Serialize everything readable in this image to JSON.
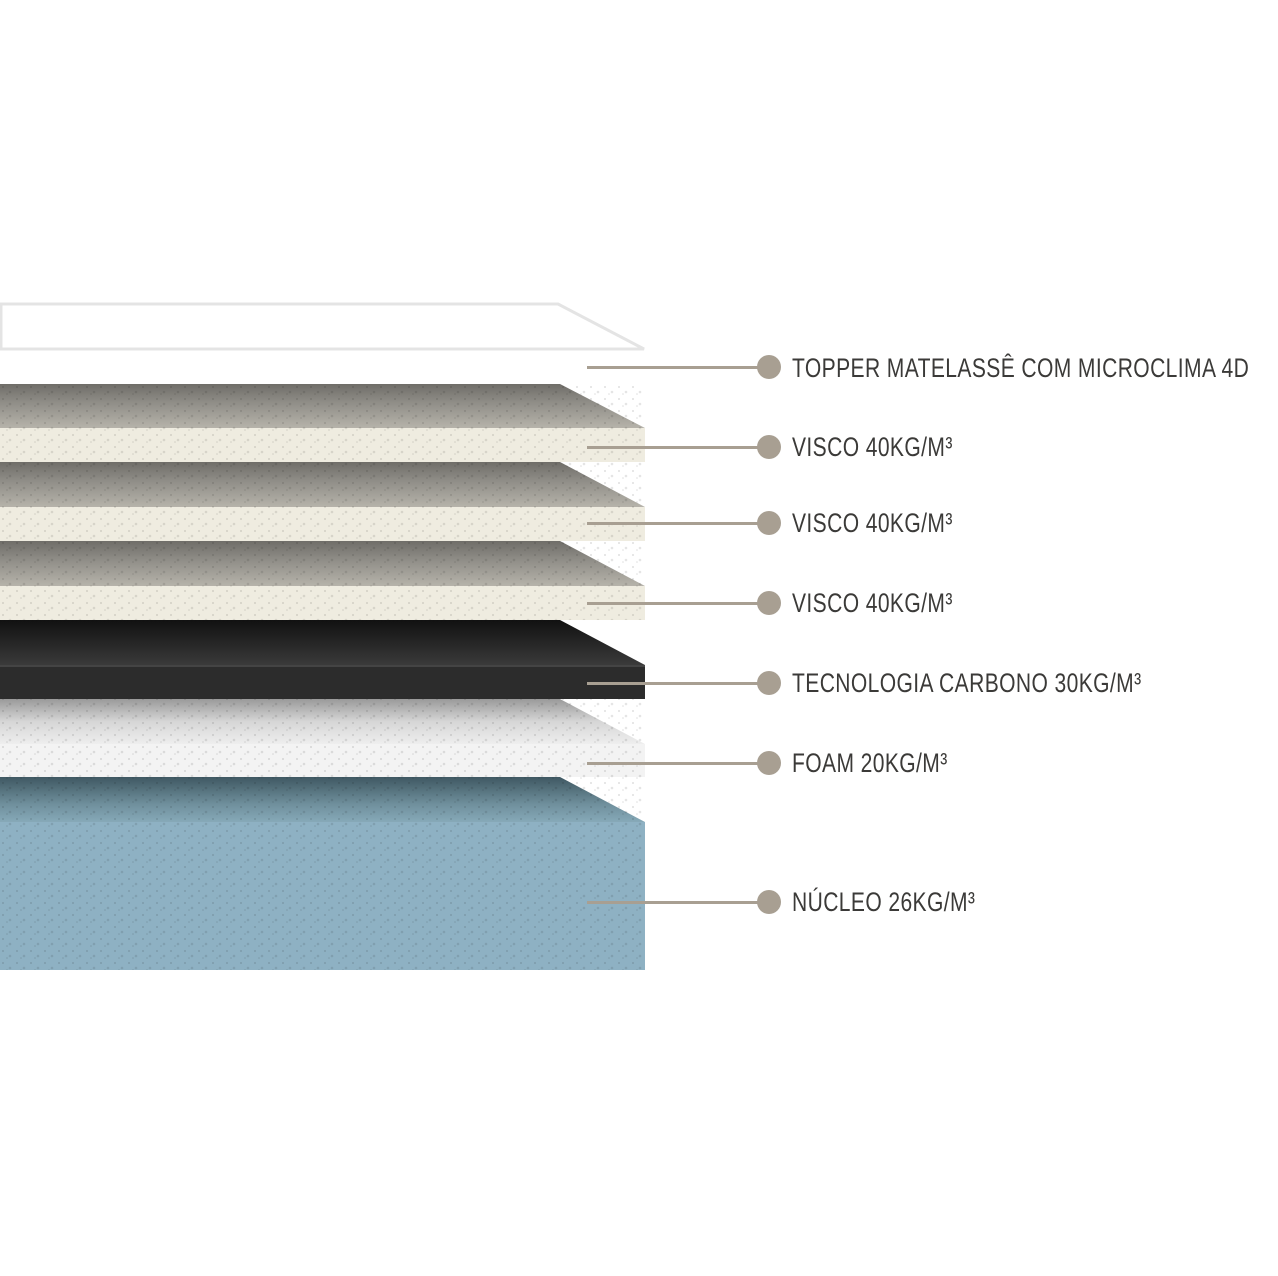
{
  "colors": {
    "leader": "#a89f92",
    "text": "#3b3a38",
    "visco_front": "#efece0",
    "visco_top": "#8e8c86",
    "carbon": "#2a2a2a",
    "foam": "#f2f2f2",
    "core": "#8fb2c4"
  },
  "layers": [
    {
      "label": "TOPPER MATELASSÊ COM MICROCLIMA 4D"
    },
    {
      "label": "VISCO 40KG/M³"
    },
    {
      "label": "VISCO 40KG/M³"
    },
    {
      "label": "VISCO 40KG/M³"
    },
    {
      "label": "TECNOLOGIA CARBONO 30KG/M³"
    },
    {
      "label": "FOAM 20KG/M³"
    },
    {
      "label": "NÚCLEO 26KG/M³"
    }
  ]
}
